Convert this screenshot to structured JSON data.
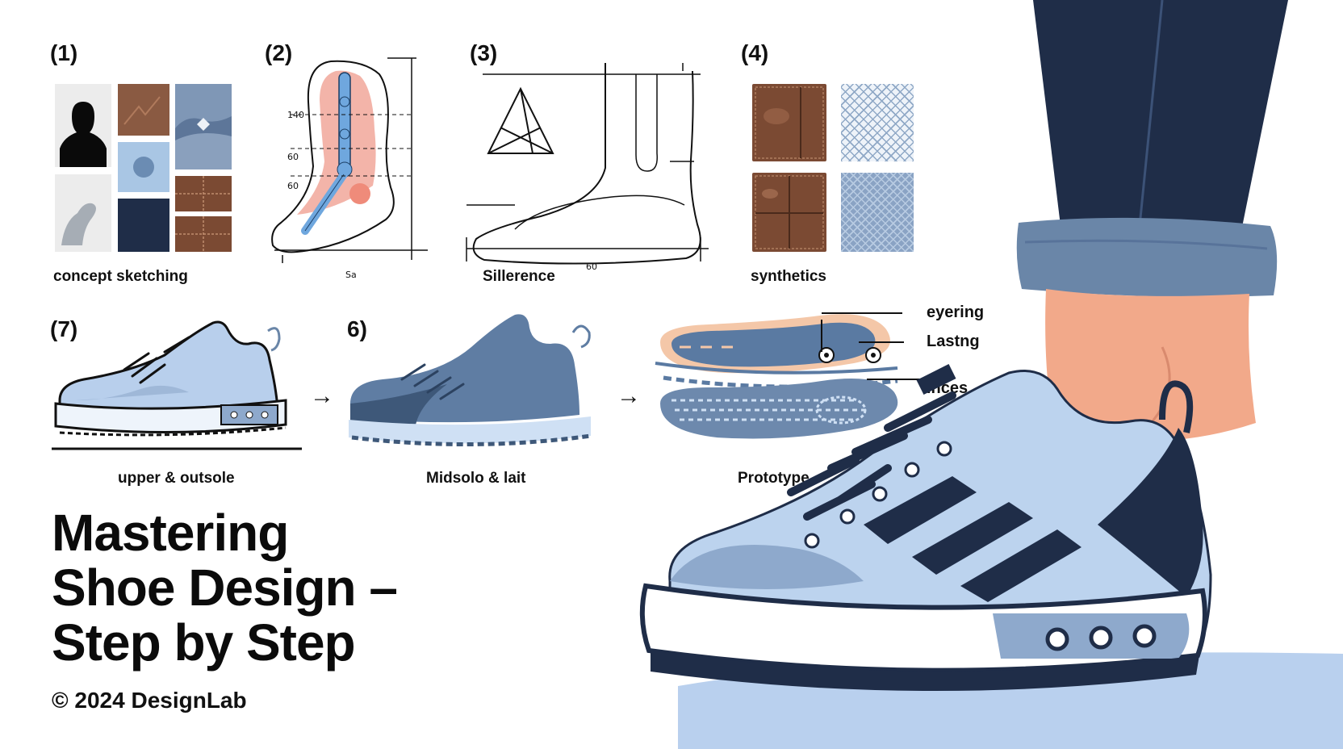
{
  "steps": {
    "s1": {
      "number": "(1)",
      "caption": "concept sketching"
    },
    "s2": {
      "number": "(2)",
      "caption": "Sa",
      "marks": [
        "140",
        "60",
        "60"
      ]
    },
    "s3": {
      "number": "(3)",
      "caption": "Sillerence",
      "mark": "60"
    },
    "s4": {
      "number": "(4)",
      "caption": "synthetics"
    },
    "s7": {
      "number": "(7)",
      "caption": "upper & outsole"
    },
    "s6": {
      "number": "6)",
      "caption": "Midsolo & lait"
    },
    "prototype": {
      "caption": "Prototype",
      "labels": [
        "eyering",
        "Lastng",
        "inces"
      ]
    }
  },
  "arrows": [
    "→",
    "→"
  ],
  "title": {
    "line1": "Mastering",
    "line2": "Shoe Design –",
    "line3": "Step by Step"
  },
  "footer": {
    "copyright": "© 2024 DesignLab"
  },
  "colors": {
    "navy": "#1f2d48",
    "light_blue": "#bcd3ee",
    "mid_blue": "#6a86a8",
    "leather": "#7b4a33",
    "skin": "#f2a98a",
    "shadow": "#b9d0ee"
  }
}
